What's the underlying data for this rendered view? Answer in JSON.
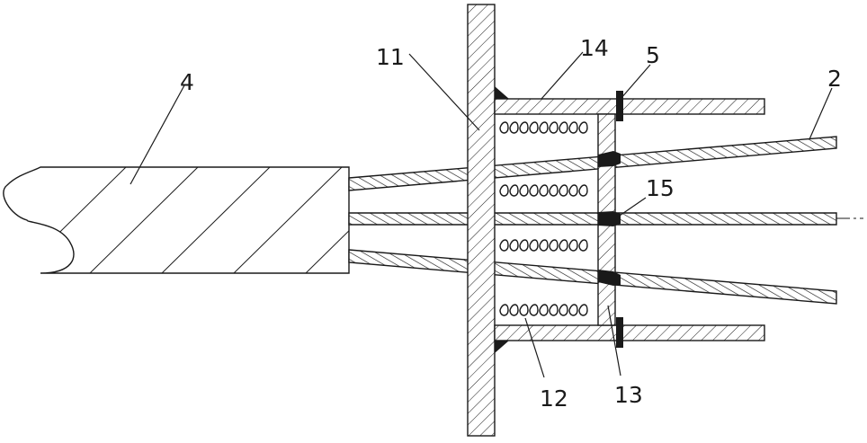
{
  "labels": {
    "label_2": "2",
    "label_4": "4",
    "label_5": "5",
    "label_11": "11",
    "label_12": "12",
    "label_13": "13",
    "label_14": "14",
    "label_15": "15"
  },
  "colors": {
    "line": "#1a1a1a",
    "background": "#ffffff"
  }
}
